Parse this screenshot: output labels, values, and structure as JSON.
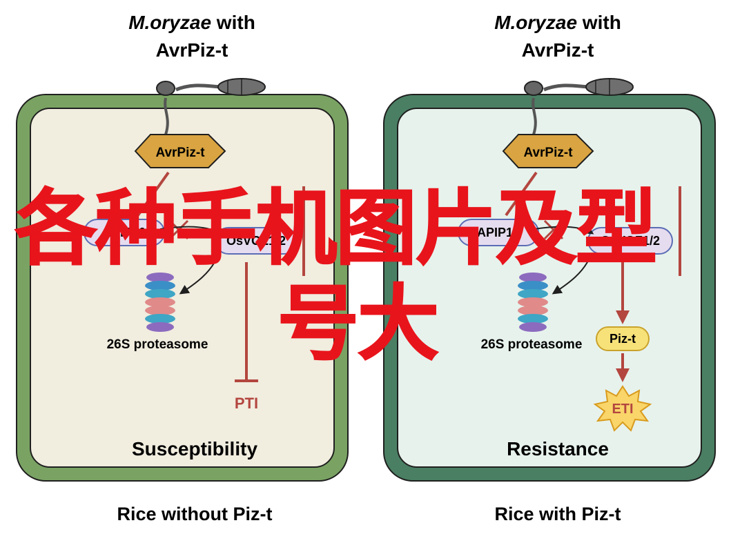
{
  "panels": [
    {
      "title_italic": "M.oryzae",
      "title_rest": " with",
      "title_line2": "AvrPiz-t",
      "effector": "AvrPiz-t",
      "apip": "APIP10",
      "osvoz": "OsVOZ1/2",
      "proteasome": "26S proteasome",
      "immune": "PTI",
      "outcome": "Susceptibility",
      "caption": "Rice without Piz-t",
      "wall_color": "#7aa363",
      "wall_stroke": "#1f1f1f",
      "interior_color": "#f1eddf"
    },
    {
      "title_italic": "M.oryzae",
      "title_rest": " with",
      "title_line2": "AvrPiz-t",
      "effector": "AvrPiz-t",
      "apip": "APIP10",
      "osvoz": "OsVOZ1/2",
      "proteasome": "26S proteasome",
      "receptor": "Piz-t",
      "immune": "ETI",
      "outcome": "Resistance",
      "caption": "Rice with Piz-t",
      "wall_color": "#4a7f63",
      "wall_stroke": "#1f1f1f",
      "interior_color": "#e7f2ec"
    }
  ],
  "colors": {
    "effector_fill": "#d9a441",
    "protein_fill": "#e6dcef",
    "protein_stroke": "#5b6db5",
    "inhibit": "#b3463f",
    "piz_fill": "#f7e27a",
    "eti_fill": "#f9d56a"
  },
  "watermark": {
    "line1": "各种手机图片及型",
    "line2": "号大"
  }
}
